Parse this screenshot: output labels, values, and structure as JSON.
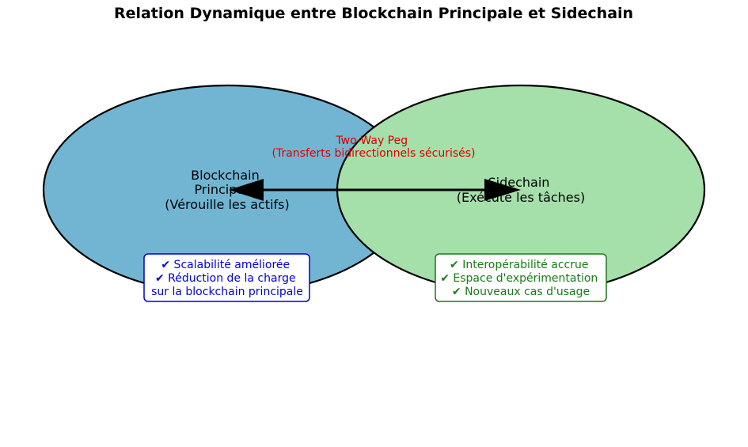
{
  "title": "Relation Dynamique entre Blockchain Principale et Sidechain",
  "main_chain": {
    "label_lines": [
      "Blockchain",
      "Principale",
      "(Vérouille les actifs)"
    ],
    "fill_color": "#71b5d3",
    "benefits": [
      "✔ Scalabilité améliorée",
      "✔ Réduction de la charge",
      "sur la blockchain principale"
    ],
    "benefits_color": "#0000dd"
  },
  "sidechain": {
    "label_lines": [
      "Sidechain",
      "(Exécute les tâches)"
    ],
    "fill_color": "#a5dfaa",
    "benefits": [
      "✔ Interopérabilité accrue",
      "✔ Espace d'expérimentation",
      "✔ Nouveaux cas d'usage"
    ],
    "benefits_color": "#1a7a1a"
  },
  "peg": {
    "label_lines": [
      "Two-Way Peg",
      "(Transferts bidirectionnels sécurisés)"
    ],
    "color": "#dd0000",
    "direction": "bidirectional"
  }
}
